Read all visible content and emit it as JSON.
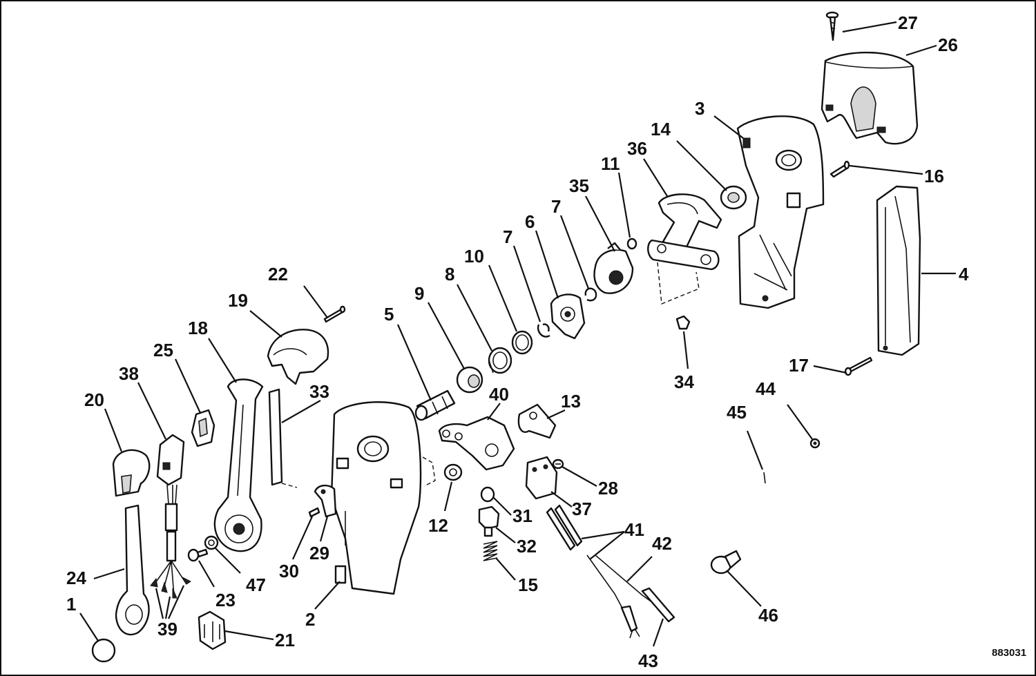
{
  "catalog_code": "883031",
  "parts": [
    {
      "key": "p1",
      "label": "1"
    },
    {
      "key": "p2",
      "label": "2"
    },
    {
      "key": "p3",
      "label": "3"
    },
    {
      "key": "p4",
      "label": "4"
    },
    {
      "key": "p5",
      "label": "5"
    },
    {
      "key": "p6",
      "label": "6"
    },
    {
      "key": "p7a",
      "label": "7"
    },
    {
      "key": "p7b",
      "label": "7"
    },
    {
      "key": "p8",
      "label": "8"
    },
    {
      "key": "p9",
      "label": "9"
    },
    {
      "key": "p10",
      "label": "10"
    },
    {
      "key": "p11",
      "label": "11"
    },
    {
      "key": "p12",
      "label": "12"
    },
    {
      "key": "p13",
      "label": "13"
    },
    {
      "key": "p14",
      "label": "14"
    },
    {
      "key": "p15",
      "label": "15"
    },
    {
      "key": "p16",
      "label": "16"
    },
    {
      "key": "p17",
      "label": "17"
    },
    {
      "key": "p18",
      "label": "18"
    },
    {
      "key": "p19",
      "label": "19"
    },
    {
      "key": "p20",
      "label": "20"
    },
    {
      "key": "p21",
      "label": "21"
    },
    {
      "key": "p22",
      "label": "22"
    },
    {
      "key": "p23",
      "label": "23"
    },
    {
      "key": "p24",
      "label": "24"
    },
    {
      "key": "p25",
      "label": "25"
    },
    {
      "key": "p26",
      "label": "26"
    },
    {
      "key": "p27",
      "label": "27"
    },
    {
      "key": "p28",
      "label": "28"
    },
    {
      "key": "p29",
      "label": "29"
    },
    {
      "key": "p30",
      "label": "30"
    },
    {
      "key": "p31",
      "label": "31"
    },
    {
      "key": "p32",
      "label": "32"
    },
    {
      "key": "p33",
      "label": "33"
    },
    {
      "key": "p34",
      "label": "34"
    },
    {
      "key": "p35",
      "label": "35"
    },
    {
      "key": "p36",
      "label": "36"
    },
    {
      "key": "p37",
      "label": "37"
    },
    {
      "key": "p38",
      "label": "38"
    },
    {
      "key": "p39",
      "label": "39"
    },
    {
      "key": "p40",
      "label": "40"
    },
    {
      "key": "p41",
      "label": "41"
    },
    {
      "key": "p42",
      "label": "42"
    },
    {
      "key": "p43",
      "label": "43"
    },
    {
      "key": "p44",
      "label": "44"
    },
    {
      "key": "p45",
      "label": "45"
    },
    {
      "key": "p46",
      "label": "46"
    },
    {
      "key": "p47",
      "label": "47"
    }
  ]
}
